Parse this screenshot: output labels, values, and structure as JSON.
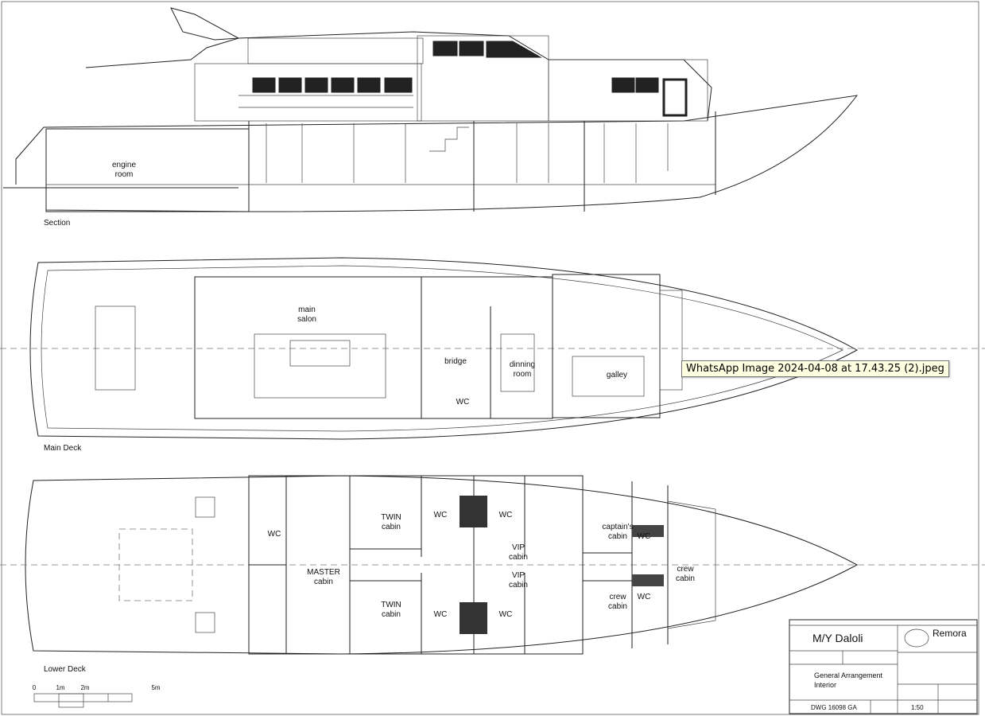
{
  "section": {
    "caption": "Section",
    "engine_room": [
      "engine",
      "room"
    ]
  },
  "main_deck": {
    "caption": "Main Deck",
    "main_salon": [
      "main",
      "salon"
    ],
    "bridge": "bridge",
    "dinning_room": [
      "dinning",
      "room"
    ],
    "galley": "galley",
    "wc": "WC"
  },
  "lower_deck": {
    "caption": "Lower Deck",
    "rooms": {
      "wc_master": "WC",
      "master_cabin": [
        "MASTER",
        "cabin"
      ],
      "twin_top": [
        "TWIN",
        "cabin"
      ],
      "twin_bottom": [
        "TWIN",
        "cabin"
      ],
      "wc_1": "WC",
      "wc_2": "WC",
      "wc_3": "WC",
      "wc_4": "WC",
      "vip_top": [
        "VIP",
        "cabin"
      ],
      "vip_bottom": [
        "VIP",
        "cabin"
      ],
      "captains_cabin": [
        "captain's",
        "cabin"
      ],
      "wc_captain": "WC",
      "crew_cabin_1": [
        "crew",
        "cabin"
      ],
      "wc_crew": "WC",
      "crew_cabin_2": [
        "crew",
        "cabin"
      ]
    }
  },
  "scale_bar": {
    "labels": [
      "0",
      "1m",
      "2m",
      "5m"
    ]
  },
  "title_block": {
    "project": "M/Y Daloli",
    "company": "Remora",
    "drawing_title": [
      "General Arrangement",
      "Interior"
    ],
    "drawing_number": "DWG 16098 GA",
    "scale": "1:50"
  },
  "tooltip": {
    "text": "WhatsApp Image 2024-04-08 at 17.43.25 (2).jpeg"
  }
}
